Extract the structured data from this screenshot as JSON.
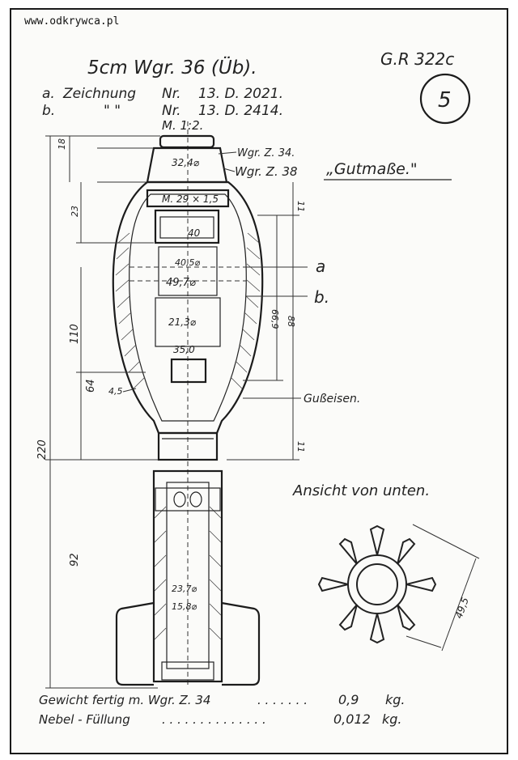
{
  "watermark": "www.odkrywca.pl",
  "title": "5cm Wgr. 36 (Üb).",
  "drawing_refs": [
    {
      "prefix": "a.",
      "text": "Zeichnung",
      "nr_label": "Nr.",
      "number": "13. D. 2021."
    },
    {
      "prefix": "b.",
      "text": "\"      \"",
      "nr_label": "Nr.",
      "number": "13. D. 2414."
    }
  ],
  "scale": "M. 1:2.",
  "doc_code": "G.R 322c",
  "page_number": "5",
  "fuze_labels": [
    "Wgr. Z. 34.",
    "Wgr. Z. 38"
  ],
  "gutmasse": "„Gutmaße.\"",
  "part_labels": {
    "a": "a",
    "b": "b.",
    "gusseisen": "Gußeisen."
  },
  "dimensions": {
    "d_top": "32,4⌀",
    "thread": "M. 29 × 1,5",
    "d40": "40",
    "d40_5": "40,5⌀",
    "d49_7": "49,7⌀",
    "d21_3": "21,3⌀",
    "d35": "35,0",
    "d23_7": "23,7⌀",
    "d15_8": "15,8⌀",
    "wall": "4,5",
    "h18": "18",
    "h23": "23",
    "h110": "110",
    "h64": "64",
    "h220": "220",
    "h92": "92",
    "h11a": "11",
    "h11b": "11",
    "h66_9": "66,9",
    "h88": "88",
    "w49_5": "49,5"
  },
  "bottom_view_title": "Ansicht von unten.",
  "specs": [
    {
      "label": "Gewicht fertig m. Wgr. Z. 34",
      "dots": ". . . . . . .",
      "value": "0,9",
      "unit": "kg."
    },
    {
      "label": "Nebel - Füllung",
      "dots": ". . . . . . . . . . . . . .",
      "value": "0,012",
      "unit": "kg."
    }
  ]
}
